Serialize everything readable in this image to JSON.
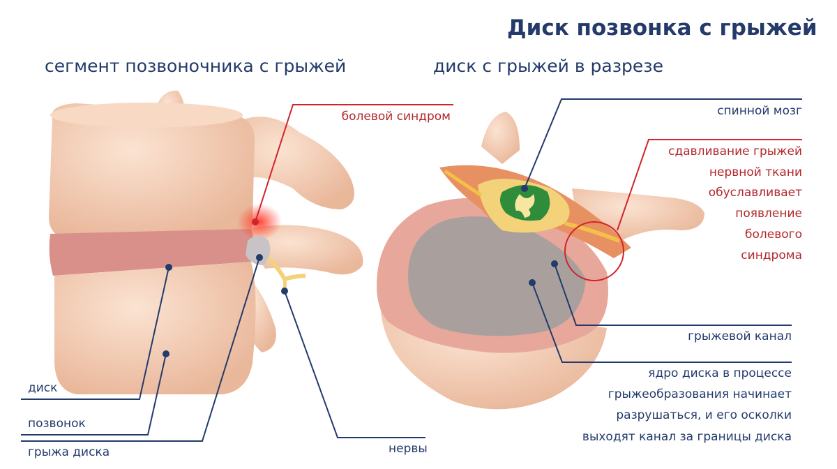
{
  "title": "Диск позвонка с грыжей",
  "left_subtitle": "сегмент позвоночника с грыжей",
  "right_subtitle": "диск с грыжей в разрезе",
  "labels": {
    "pain_syndrome": "болевой синдром",
    "disc": "диск",
    "vertebra": "позвонок",
    "disc_herniation": "грыжа диска",
    "nerves": "нервы",
    "spinal_cord": "спинной мозг",
    "compression": [
      "сдавливание грыжей",
      "нервной ткани",
      "обуславливает",
      "появление",
      "болевого",
      "синдрома"
    ],
    "hernia_channel": "грыжевой канал",
    "nucleus": [
      "ядро диска в процессе",
      "грыжеобразования начинает",
      "разрушаться, и его осколки",
      "выходят канал за границы диска"
    ]
  },
  "colors": {
    "title_blue": "#233a6b",
    "label_red": "#b3262a",
    "bone": "#f3cdb2",
    "disc": "#d9908a",
    "nucleus": "#a9a09e",
    "cord_green": "#2f8c3a",
    "nerve_yellow": "#f4d27a"
  }
}
